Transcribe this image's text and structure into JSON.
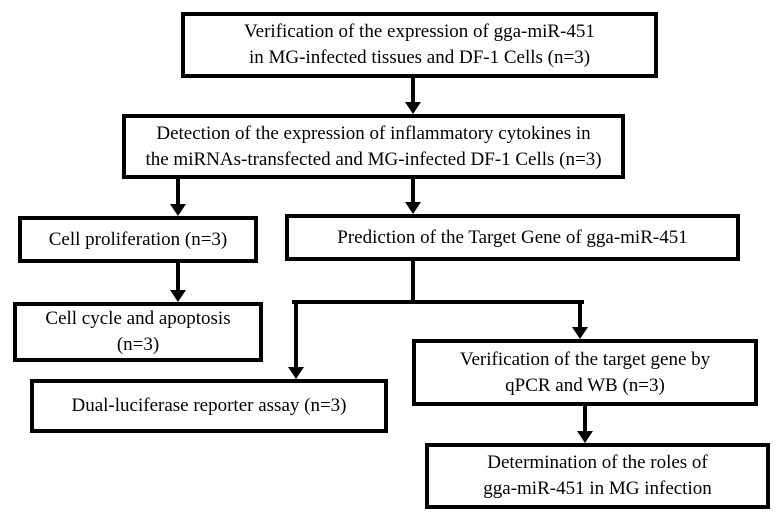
{
  "figure": {
    "type": "flowchart",
    "background_color": "#ffffff",
    "stroke_color": "#000000",
    "boxes": {
      "verify_expression": {
        "lines": [
          "Verification of the expression of gga-miR-451",
          "in MG-infected tissues and DF-1 Cells (n=3)"
        ]
      },
      "detect_cytokines": {
        "lines": [
          "Detection of the  expression of inflammatory cytokines in",
          "the miRNAs-transfected and MG-infected DF-1 Cells (n=3)"
        ]
      },
      "cell_proliferation": {
        "lines": [
          "Cell proliferation (n=3)"
        ]
      },
      "predict_target_gene": {
        "lines": [
          "Prediction of the Target Gene of gga-miR-451"
        ]
      },
      "cell_cycle_apoptosis": {
        "lines": [
          "Cell cycle and apoptosis",
          "(n=3)"
        ]
      },
      "dual_luciferase": {
        "lines": [
          "Dual-luciferase reporter assay (n=3)"
        ]
      },
      "verify_target_gene": {
        "lines": [
          "Verification of the target gene by",
          "qPCR and WB (n=3)"
        ]
      },
      "determine_roles": {
        "lines": [
          "Determination of the roles of",
          "gga-miR-451 in MG infection"
        ]
      }
    }
  }
}
